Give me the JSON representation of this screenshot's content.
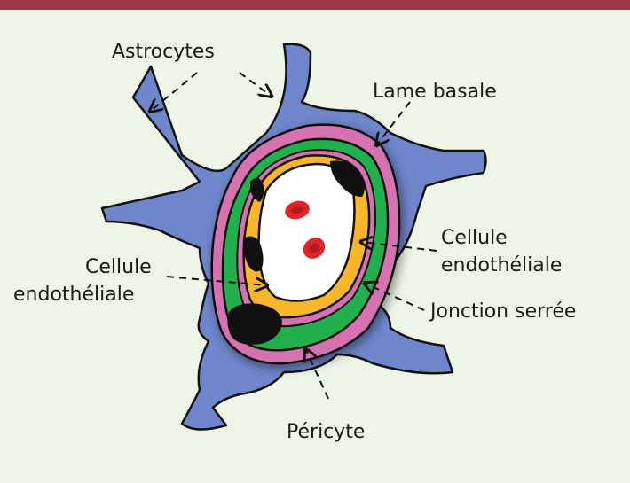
{
  "labels": {
    "astrocytes": "Astrocytes",
    "lame_basale": "Lame basale",
    "cellule_endo_right_1": "Cellule",
    "cellule_endo_right_2": "endothéliale",
    "cellule_endo_left_1": "Cellule",
    "cellule_endo_left_2": "endothéliale",
    "jonction_serree": "Jonction serrée",
    "pericyte": "Péricyte"
  },
  "colors": {
    "background": "#eef5e6",
    "top_bar": "#9a3a48",
    "astrocyte": "#6f86cc",
    "lame_basale": "#d772b0",
    "pericyte": "#22b04f",
    "endothelial": "#f8b72a",
    "lumen": "#ffffff",
    "red_cell": "#e0242a",
    "nucleus": "#111111"
  }
}
